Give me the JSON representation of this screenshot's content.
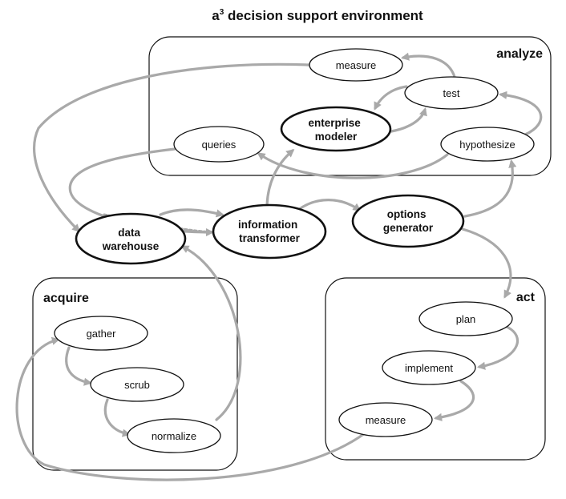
{
  "title": {
    "main": "a",
    "sup": "3",
    "rest": " decision support environment"
  },
  "groups": {
    "analyze": "analyze",
    "acquire": "acquire",
    "act": "act"
  },
  "nodes": {
    "measure_analyze": "measure",
    "test": "test",
    "enterprise_modeler": [
      "enterprise",
      "modeler"
    ],
    "queries": "queries",
    "hypothesize": "hypothesize",
    "data_warehouse": [
      "data",
      "warehouse"
    ],
    "information_transformer": [
      "information",
      "transformer"
    ],
    "options_generator": [
      "options",
      "generator"
    ],
    "gather": "gather",
    "scrub": "scrub",
    "normalize": "normalize",
    "plan": "plan",
    "implement": "implement",
    "measure_act": "measure"
  },
  "colors": {
    "edge": "#a9a9a9",
    "stroke": "#111111",
    "background": "#ffffff"
  }
}
